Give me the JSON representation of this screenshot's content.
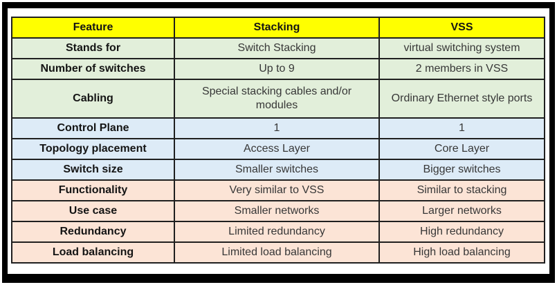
{
  "title": "Stacking vs VSS comparison table",
  "colors": {
    "header-bg": "#ffff00",
    "green-bg": "#e2efda",
    "blue-bg": "#ddebf7",
    "peach-bg": "#fce4d6",
    "border": "#1f1f1f",
    "frame": "#000000",
    "header-text": "#141414",
    "cell-text": "#373737"
  },
  "table": {
    "headers": [
      "Feature",
      "Stacking",
      "VSS"
    ],
    "rows": [
      {
        "feature": "Stands for",
        "stacking": "Switch Stacking",
        "vss": "virtual switching system"
      },
      {
        "feature": "Number of switches",
        "stacking": "Up to 9",
        "vss": "2 members in VSS"
      },
      {
        "feature": "Cabling",
        "stacking": "Special stacking cables and/or modules",
        "vss": "Ordinary Ethernet style ports"
      },
      {
        "feature": "Control Plane",
        "stacking": "1",
        "vss": "1"
      },
      {
        "feature": "Topology placement",
        "stacking": "Access Layer",
        "vss": "Core Layer"
      },
      {
        "feature": "Switch size",
        "stacking": "Smaller switches",
        "vss": "Bigger switches"
      },
      {
        "feature": "Functionality",
        "stacking": "Very similar to VSS",
        "vss": "Similar to stacking"
      },
      {
        "feature": "Use case",
        "stacking": "Smaller networks",
        "vss": "Larger networks"
      },
      {
        "feature": "Redundancy",
        "stacking": "Limited redundancy",
        "vss": "High redundancy"
      },
      {
        "feature": "Load balancing",
        "stacking": "Limited load balancing",
        "vss": "High load balancing"
      }
    ]
  },
  "chart_data": {
    "type": "table",
    "title": "Feature comparison: Stacking vs VSS",
    "columns": [
      "Feature",
      "Stacking",
      "VSS"
    ],
    "rows": [
      [
        "Stands for",
        "Switch Stacking",
        "virtual switching system"
      ],
      [
        "Number of switches",
        "Up to 9",
        "2 members in VSS"
      ],
      [
        "Cabling",
        "Special stacking cables and/or modules",
        "Ordinary Ethernet style ports"
      ],
      [
        "Control Plane",
        "1",
        "1"
      ],
      [
        "Topology placement",
        "Access Layer",
        "Core Layer"
      ],
      [
        "Switch size",
        "Smaller switches",
        "Bigger switches"
      ],
      [
        "Functionality",
        "Very similar to VSS",
        "Similar to stacking"
      ],
      [
        "Use case",
        "Smaller networks",
        "Larger networks"
      ],
      [
        "Redundancy",
        "Limited redundancy",
        "High redundancy"
      ],
      [
        "Load balancing",
        "Limited load balancing",
        "High load balancing"
      ]
    ],
    "row_group_colors": {
      "header": "#ffff00",
      "rows_1_3": "#e2efda",
      "rows_4_6": "#ddebf7",
      "rows_7_10": "#fce4d6"
    },
    "layout": {
      "grid": "all-borders",
      "text_align": "center",
      "first_column_bold": true
    }
  }
}
